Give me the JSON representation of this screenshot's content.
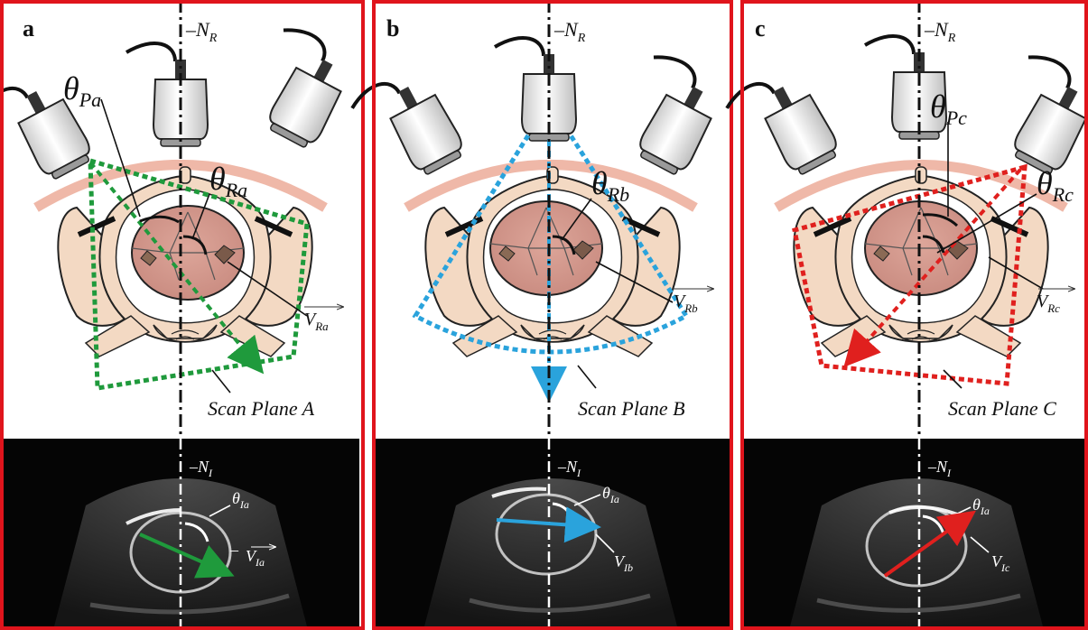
{
  "panels": [
    {
      "letter": "a",
      "scan_plane": "Scan Plane A",
      "color": "#1f9a3c",
      "labels": {
        "nr_main": "N",
        "nr_sub": "R",
        "theta_p_main": "θ",
        "theta_p_sub": "Pa",
        "theta_r_main": "θ",
        "theta_r_sub": "Ra",
        "v_r_main": "V",
        "v_r_sub": "Ra",
        "ni_main": "N",
        "ni_sub": "I",
        "theta_i_main": "θ",
        "theta_i_sub": "Ia",
        "v_i_main": "V",
        "v_i_sub": "Ia"
      }
    },
    {
      "letter": "b",
      "scan_plane": "Scan Plane B",
      "color": "#2aa3dc",
      "labels": {
        "nr_main": "N",
        "nr_sub": "R",
        "theta_r_main": "θ",
        "theta_r_sub": "Rb",
        "v_r_main": "V",
        "v_r_sub": "Rb",
        "ni_main": "N",
        "ni_sub": "I",
        "theta_i_main": "θ",
        "theta_i_sub": "Ia",
        "v_i_main": "V",
        "v_i_sub": "Ib"
      }
    },
    {
      "letter": "c",
      "scan_plane": "Scan Plane C",
      "color": "#e0201e",
      "labels": {
        "nr_main": "N",
        "nr_sub": "R",
        "theta_p_main": "θ",
        "theta_p_sub": "Pc",
        "theta_r_main": "θ",
        "theta_r_sub": "Rc",
        "v_r_main": "V",
        "v_r_sub": "Rc",
        "ni_main": "N",
        "ni_sub": "I",
        "theta_i_main": "θ",
        "theta_i_sub": "Ia",
        "v_i_main": "V",
        "v_i_sub": "Ic"
      }
    }
  ],
  "colors": {
    "border": "#e0141c",
    "skin_arc": "#efb8a8",
    "pelvis": "#f3d9c3",
    "head": "#d9a095",
    "ultrasound_bg": "#050505"
  }
}
